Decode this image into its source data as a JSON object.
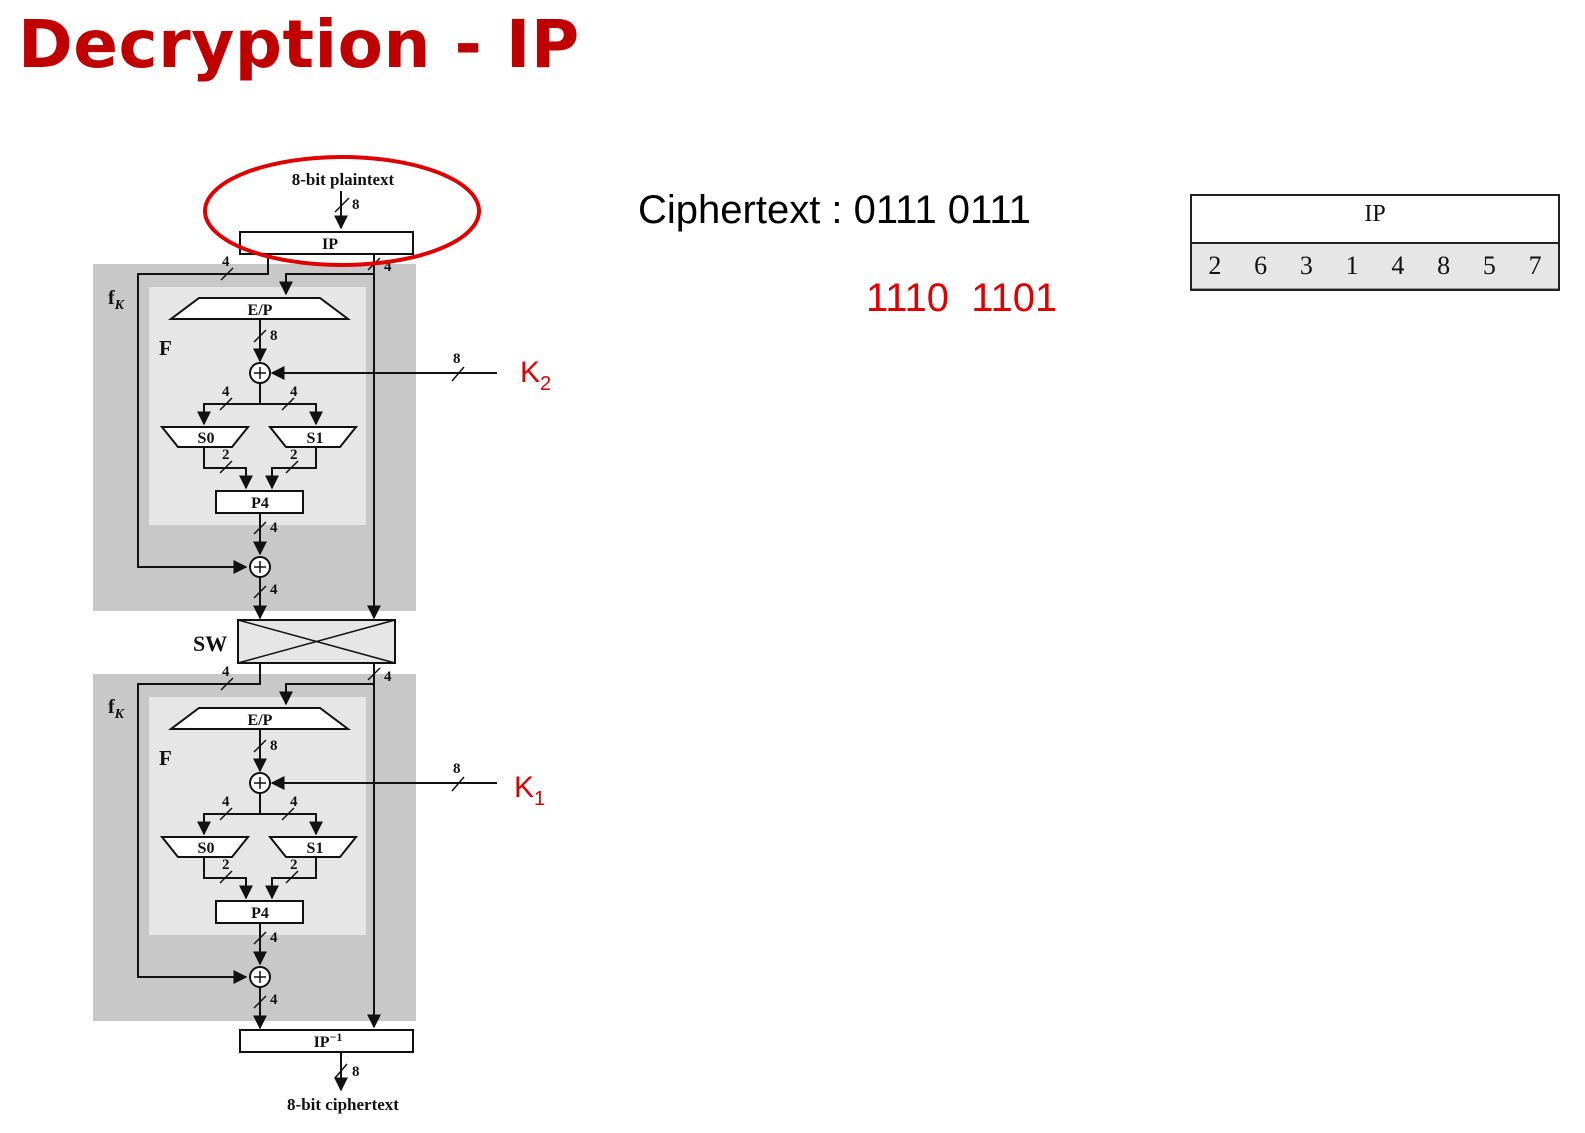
{
  "slide": {
    "title": "Decryption - IP"
  },
  "diagram": {
    "top_label": "8-bit plaintext",
    "bottom_label": "8-bit ciphertext",
    "ip_box": "IP",
    "ip_inverse_box": "IP",
    "ip_inverse_sup": "−1",
    "sw_label": "SW",
    "fk_label": "f",
    "fk_sub": "K",
    "f_label": "F",
    "ep_label": "E/P",
    "s0_label": "S0",
    "s1_label": "S1",
    "p4_label": "P4",
    "xor_symbol": "+",
    "width_8": "8",
    "width_4": "4",
    "width_2": "2",
    "key_top": "K",
    "key_top_sub": "2",
    "key_bottom": "K",
    "key_bottom_sub": "1",
    "colors": {
      "highlight_ellipse": "#e00000",
      "round_background": "#c8c8c9",
      "f_background": "#e6e6e6"
    }
  },
  "ciphertext": {
    "label": "Ciphertext : 0111 0111"
  },
  "ip_result": {
    "text": "1110  1101"
  },
  "ip_table": {
    "header": "IP",
    "values": [
      "2",
      "6",
      "3",
      "1",
      "4",
      "8",
      "5",
      "7"
    ]
  }
}
